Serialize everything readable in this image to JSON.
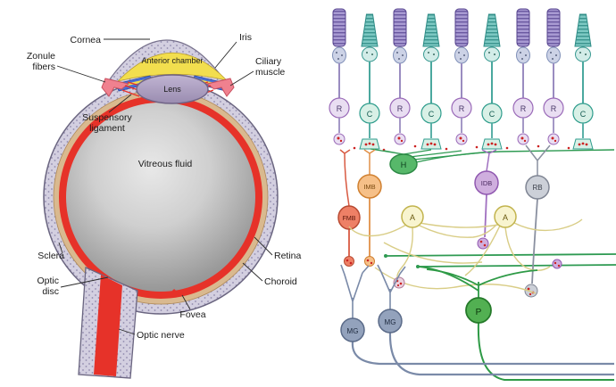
{
  "eye": {
    "labels": {
      "cornea": "Cornea",
      "iris": "Iris",
      "anterior_chamber": "Anterior chamber",
      "zonule_line1": "Zonule",
      "zonule_line2": "fibers",
      "ciliary_line1": "Ciliary",
      "ciliary_line2": "muscle",
      "lens": "Lens",
      "suspensory_line1": "Suspensory",
      "suspensory_line2": "ligament",
      "vitreous": "Vitreous fluid",
      "sclera": "Sclera",
      "retina": "Retina",
      "optic_disc_line1": "Optic",
      "optic_disc_line2": "disc",
      "choroid": "Choroid",
      "fovea": "Fovea",
      "optic_nerve": "Optic nerve"
    }
  },
  "retina": {
    "photoreceptors": [
      "R",
      "C",
      "R",
      "C",
      "R",
      "C",
      "R",
      "R",
      "C"
    ],
    "cells": {
      "horizontal": "H",
      "invaginating_midget_bipolar": "IMB",
      "flat_midget_bipolar": "FMB",
      "invaginating_diffuse_bipolar": "IDB",
      "rod_bipolar": "RB",
      "amacrine_1": "A",
      "amacrine_2": "A",
      "midget_ganglion_1": "MG",
      "midget_ganglion_2": "MG",
      "parasol_ganglion": "P"
    }
  },
  "colors": {
    "retina_red": "#e63229",
    "choroid_tan": "#d9b98f",
    "sclera_gray": "#d3cfe0",
    "anterior_chamber_yellow": "#f2de4e",
    "iris_blue": "#4a6fd4",
    "ciliary_pink": "#f0818f",
    "lens_purple": "#b3a6c7",
    "rod_purple": "#a89ad2",
    "cone_teal": "#7cc8c2",
    "horizontal_green": "#57b86a",
    "imb_orange": "#f6c088",
    "fmb_salmon": "#ee8066",
    "idb_purple": "#cfaede",
    "rb_gray": "#ccd0d8",
    "amacrine_yellow": "#f8f4cf",
    "ganglion_blue": "#93a2bc",
    "parasol_green": "#52b052"
  }
}
